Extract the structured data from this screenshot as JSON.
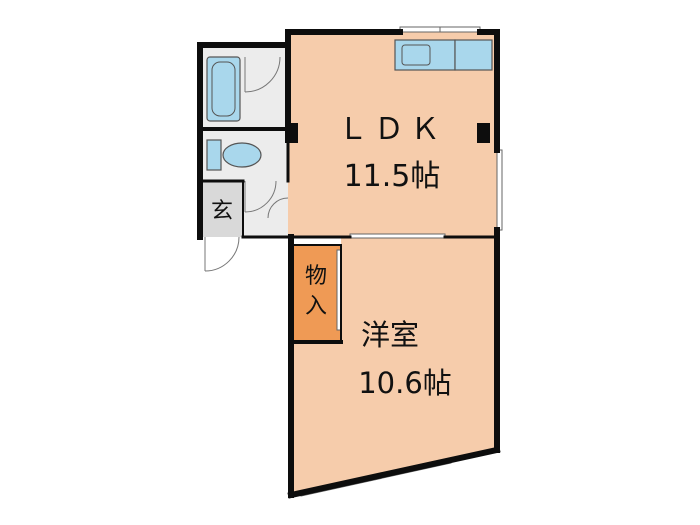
{
  "rooms": {
    "ldk": {
      "name": "ＬＤＫ",
      "size": "11.5帖"
    },
    "western": {
      "name": "洋室",
      "size": "10.6帖"
    },
    "storage": {
      "line1": "物",
      "line2": "入"
    },
    "entrance": {
      "label": "玄"
    }
  },
  "icons": {
    "bathtub": "bathtub-icon",
    "toilet": "toilet-icon",
    "sink": "kitchen-sink-icon",
    "counter": "kitchen-counter-icon"
  },
  "colors": {
    "floor": "#f6ccab",
    "wet_area": "#ececec",
    "fixture": "#a9d7ec",
    "storage": "#ef9a55",
    "entrance": "#d9d9d9",
    "wall": "#0d0d0d"
  }
}
